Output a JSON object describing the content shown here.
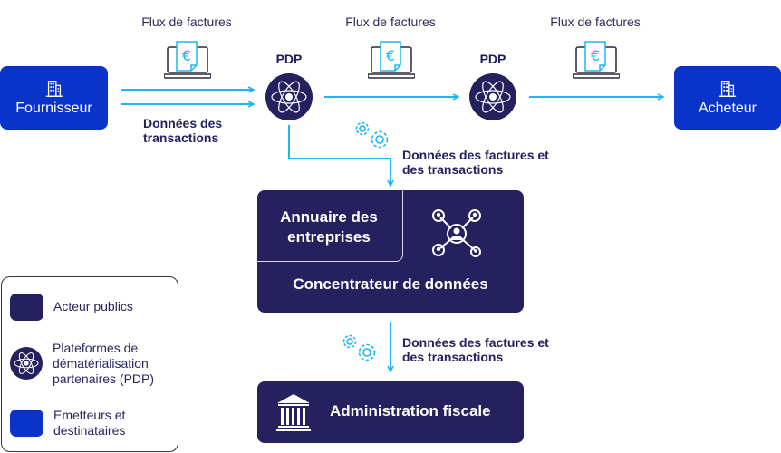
{
  "entities": {
    "supplier": {
      "label": "Fournisseur",
      "icon": "building-icon"
    },
    "buyer": {
      "label": "Acheteur",
      "icon": "building-icon"
    }
  },
  "flows": {
    "invoice_flow_label_1": "Flux de factures",
    "invoice_flow_label_2": "Flux de factures",
    "invoice_flow_label_3": "Flux de factures",
    "transaction_data_line1": "Données des",
    "transaction_data_line2": "transactions",
    "invoice_tx_data_1_line1": "Données des factures et",
    "invoice_tx_data_1_line2": "des transactions",
    "invoice_tx_data_2_line1": "Données des factures et",
    "invoice_tx_data_2_line2": "des transactions"
  },
  "pdp": {
    "label_1": "PDP",
    "label_2": "PDP"
  },
  "concentrator": {
    "directory_line1": "Annuaire des",
    "directory_line2": "entreprises",
    "title": "Concentrateur de données"
  },
  "administration": {
    "title": "Administration fiscale"
  },
  "legend": {
    "items": [
      {
        "label_lines": [
          "Acteur publics"
        ],
        "color": "#25205e"
      },
      {
        "label_lines": [
          "Plateformes de",
          "dématérialisation",
          "partenaires (PDP)"
        ],
        "color": "#25205e"
      },
      {
        "label_lines": [
          "Emetteurs et",
          "destinataires"
        ],
        "color": "#0a34c9"
      }
    ]
  },
  "colors": {
    "public_actor": "#25205e",
    "emitter": "#0a34c9",
    "flow_line": "#1fb6f0"
  }
}
